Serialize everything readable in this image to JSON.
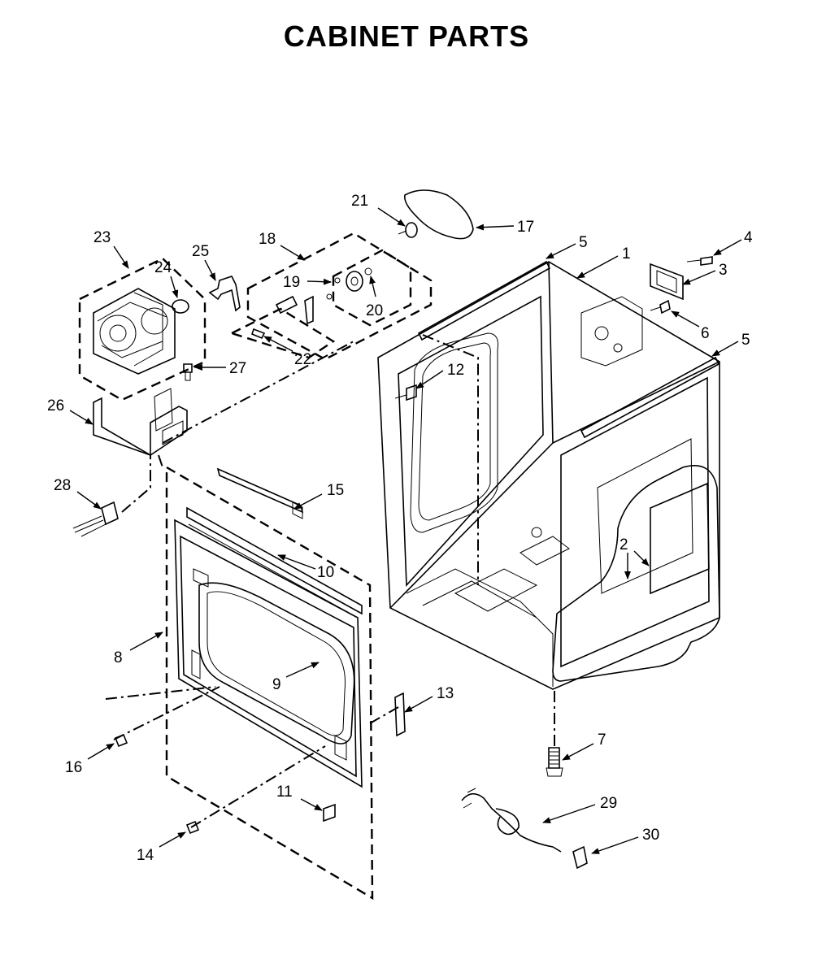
{
  "title": "CABINET PARTS",
  "callouts": [
    {
      "id": "c1",
      "label": "1"
    },
    {
      "id": "c2",
      "label": "2"
    },
    {
      "id": "c3",
      "label": "3"
    },
    {
      "id": "c4",
      "label": "4"
    },
    {
      "id": "c5a",
      "label": "5"
    },
    {
      "id": "c5b",
      "label": "5"
    },
    {
      "id": "c6",
      "label": "6"
    },
    {
      "id": "c7",
      "label": "7"
    },
    {
      "id": "c8",
      "label": "8"
    },
    {
      "id": "c9",
      "label": "9"
    },
    {
      "id": "c10",
      "label": "10"
    },
    {
      "id": "c11",
      "label": "11"
    },
    {
      "id": "c12",
      "label": "12"
    },
    {
      "id": "c13",
      "label": "13"
    },
    {
      "id": "c14",
      "label": "14"
    },
    {
      "id": "c15",
      "label": "15"
    },
    {
      "id": "c16",
      "label": "16"
    },
    {
      "id": "c17",
      "label": "17"
    },
    {
      "id": "c18",
      "label": "18"
    },
    {
      "id": "c19",
      "label": "19"
    },
    {
      "id": "c20",
      "label": "20"
    },
    {
      "id": "c21",
      "label": "21"
    },
    {
      "id": "c22",
      "label": "22"
    },
    {
      "id": "c23",
      "label": "23"
    },
    {
      "id": "c24",
      "label": "24"
    },
    {
      "id": "c25",
      "label": "25"
    },
    {
      "id": "c26",
      "label": "26"
    },
    {
      "id": "c27",
      "label": "27"
    },
    {
      "id": "c28",
      "label": "28"
    },
    {
      "id": "c29",
      "label": "29"
    },
    {
      "id": "c30",
      "label": "30"
    }
  ]
}
